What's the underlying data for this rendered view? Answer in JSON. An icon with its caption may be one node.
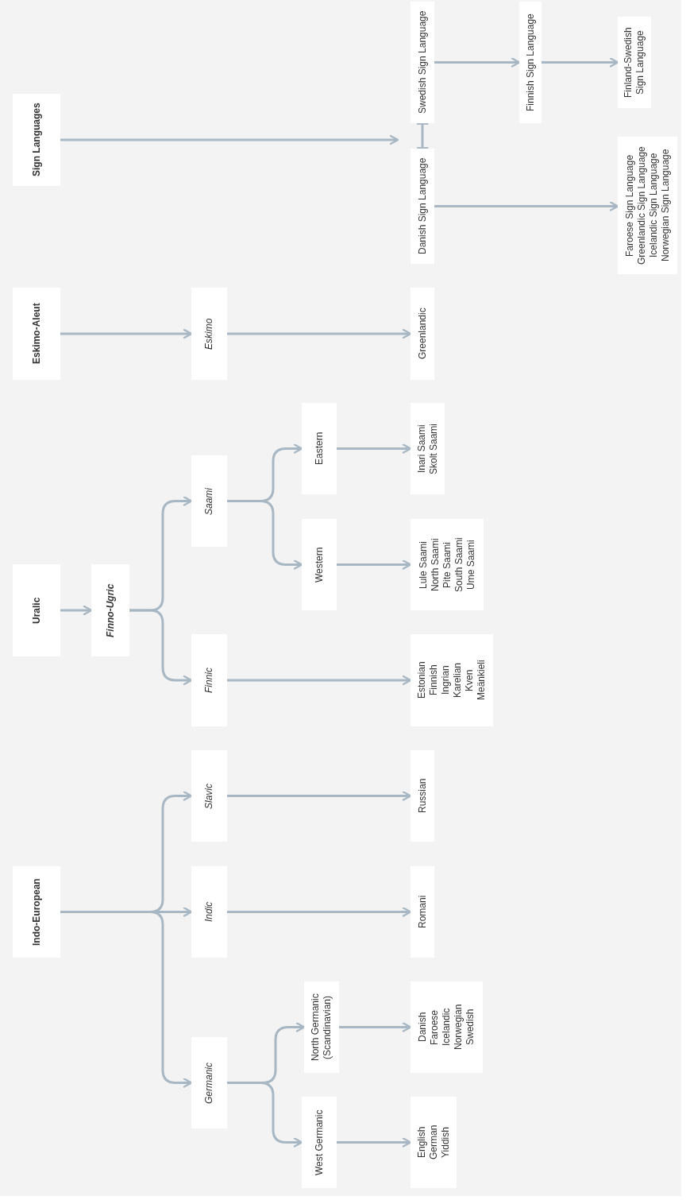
{
  "diagram": {
    "nodes": [
      {
        "text": [
          "Indo-European"
        ]
      },
      {
        "text": [
          "Germanic"
        ]
      },
      {
        "text": [
          "Indic"
        ]
      },
      {
        "text": [
          "Slavic"
        ]
      },
      {
        "text": [
          "West Germanic"
        ]
      },
      {
        "text": [
          "North Germanic (Scandinavian)"
        ]
      },
      {
        "text": [
          "English",
          "German",
          "Yiddish"
        ]
      },
      {
        "text": [
          "Danish",
          "Faroese",
          "Icelandic",
          "Norwegian",
          "Swedish"
        ]
      },
      {
        "text": [
          "Romani"
        ]
      },
      {
        "text": [
          "Russian"
        ]
      },
      {
        "text": [
          "Uralic"
        ]
      },
      {
        "text": [
          "Finno-Ugric"
        ]
      },
      {
        "text": [
          "Finnic"
        ]
      },
      {
        "text": [
          "Saami"
        ]
      },
      {
        "text": [
          "Western"
        ]
      },
      {
        "text": [
          "Eastern"
        ]
      },
      {
        "text": [
          "Estonian",
          "Finnish",
          "Ingrian",
          "Karelian",
          "Kven",
          "Meänkieli"
        ]
      },
      {
        "text": [
          "Lule Saami",
          "North Saami",
          "Pite Saami",
          "South Saami",
          "Ume Saami"
        ]
      },
      {
        "text": [
          "Inari Saami",
          "Skolt Saami"
        ]
      },
      {
        "text": [
          "Eskimo-Aleut"
        ]
      },
      {
        "text": [
          "Eskimo"
        ]
      },
      {
        "text": [
          "Greenlandic"
        ]
      },
      {
        "text": [
          "Sign Languages"
        ]
      },
      {
        "text": [
          "Swedish Sign Language"
        ]
      },
      {
        "text": [
          "Danish Sign Language"
        ]
      },
      {
        "text": [
          "Finnish Sign Language"
        ]
      },
      {
        "text": [
          "Finland-Swedish Sign Language"
        ]
      },
      {
        "text": [
          "Faroese Sign Language",
          "Greenlandic Sign Language",
          "Icelandic Sign Language",
          "Norwegian Sign Language"
        ]
      }
    ],
    "edges": [
      {
        "from": 0,
        "to": 1,
        "arrow": "to"
      },
      {
        "from": 0,
        "to": 2,
        "arrow": "to"
      },
      {
        "from": 0,
        "to": 3,
        "arrow": "to"
      },
      {
        "from": 1,
        "to": 4,
        "arrow": "to"
      },
      {
        "from": 1,
        "to": 5,
        "arrow": "to"
      },
      {
        "from": 4,
        "to": 6,
        "arrow": "to"
      },
      {
        "from": 5,
        "to": 7,
        "arrow": "to"
      },
      {
        "from": 2,
        "to": 8,
        "arrow": "to"
      },
      {
        "from": 3,
        "to": 9,
        "arrow": "to"
      },
      {
        "from": 10,
        "to": 11,
        "arrow": "to"
      },
      {
        "from": 11,
        "to": 12,
        "arrow": "to"
      },
      {
        "from": 11,
        "to": 13,
        "arrow": "to"
      },
      {
        "from": 13,
        "to": 14,
        "arrow": "to"
      },
      {
        "from": 13,
        "to": 15,
        "arrow": "to"
      },
      {
        "from": 12,
        "to": 16,
        "arrow": "to"
      },
      {
        "from": 14,
        "to": 17,
        "arrow": "to"
      },
      {
        "from": 15,
        "to": 18,
        "arrow": "to"
      },
      {
        "from": 19,
        "to": 20,
        "arrow": "to"
      },
      {
        "from": 20,
        "to": 21,
        "arrow": "to"
      },
      {
        "from": 22,
        "to": 24,
        "arrow": "to"
      },
      {
        "from": 23,
        "to": 24,
        "arrow": "other"
      },
      {
        "from": 23,
        "to": 25,
        "arrow": "to"
      },
      {
        "from": 25,
        "to": 26,
        "arrow": "to"
      },
      {
        "from": 24,
        "to": 27,
        "arrow": "to"
      }
    ]
  }
}
